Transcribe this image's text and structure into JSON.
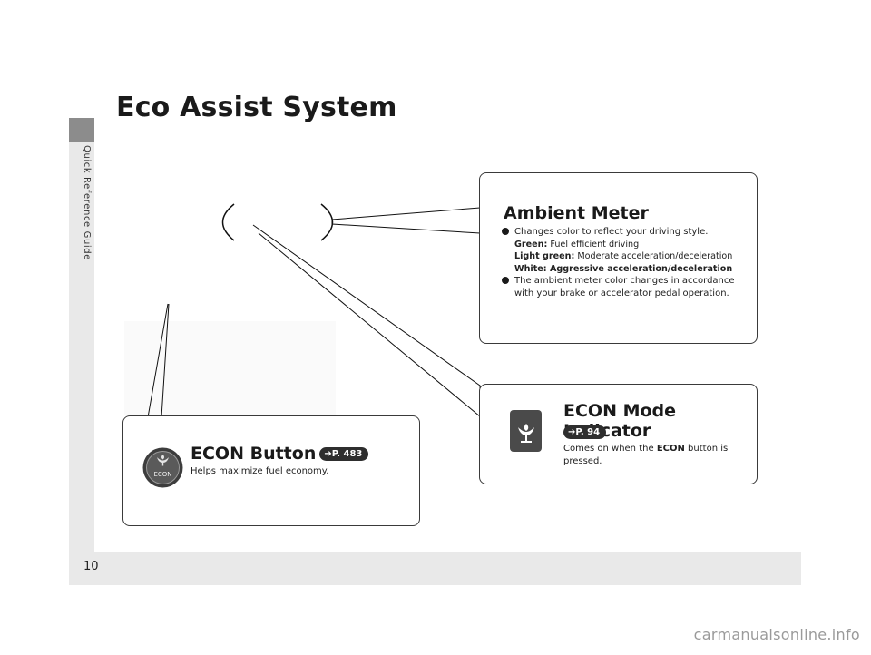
{
  "page": {
    "side_label": "Quick Reference Guide",
    "number": "10",
    "title": "Eco Assist System"
  },
  "ambient": {
    "heading": "Ambient Meter",
    "bullet1": "Changes color to reflect your driving style.",
    "green_label": "Green:",
    "green_text": "Fuel efficient driving",
    "lightgreen_label": "Light green:",
    "lightgreen_text": "Moderate acceleration/deceleration",
    "white_label": "White:",
    "white_text": "Aggressive acceleration/deceleration",
    "bullet2": "The ambient meter color changes in accordance with your brake or accelerator pedal operation."
  },
  "indicator": {
    "heading": "ECON Mode Indicator",
    "ref": "P. 94",
    "desc_before": "Comes on when the",
    "desc_bold": "ECON",
    "desc_after": "button is pressed."
  },
  "button": {
    "heading": "ECON Button",
    "ref": "P. 483",
    "desc": "Helps maximize fuel economy.",
    "knob_label": "ECON"
  },
  "watermark": "carmanualsonline.info",
  "colors": {
    "band": "#e9e9e9",
    "tab": "#8c8c8c",
    "indicator_bg": "#4a4a4a",
    "pill": "#2e2e2e"
  },
  "icons": {
    "leaf": "econ-leaf-icon",
    "arrow": "ref-arrow-icon"
  }
}
